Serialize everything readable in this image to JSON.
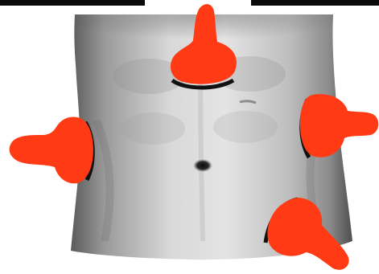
{
  "figure": {
    "subject": "torso-photo",
    "marker_color": "#ff3a14",
    "marker_shadow_color": "#111111",
    "markers": [
      {
        "name": "marker-top",
        "pointing": "down"
      },
      {
        "name": "marker-right",
        "pointing": "left"
      },
      {
        "name": "marker-left",
        "pointing": "right"
      },
      {
        "name": "marker-bottom-right",
        "pointing": "up-left"
      }
    ]
  }
}
